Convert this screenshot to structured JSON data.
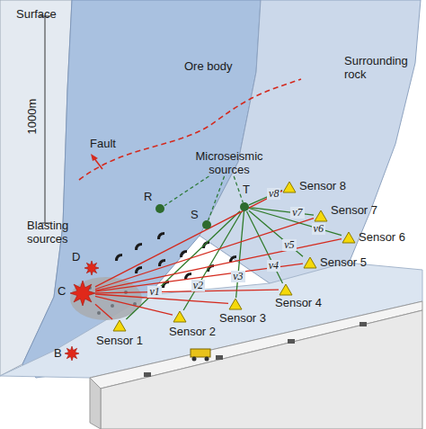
{
  "diagram": {
    "nodes": [
      {
        "text": [
          "Microseismic sources"
        ]
      },
      {
        "text": [
          "R"
        ]
      },
      {
        "text": [
          "S"
        ]
      },
      {
        "text": [
          "T"
        ]
      },
      {
        "text": [
          "D"
        ]
      },
      {
        "text": [
          "C"
        ]
      },
      {
        "text": [
          "B"
        ]
      },
      {
        "text": [
          "Sensor 1"
        ]
      },
      {
        "text": [
          "Sensor 2"
        ]
      },
      {
        "text": [
          "Sensor 3"
        ]
      },
      {
        "text": [
          "Sensor 4"
        ]
      },
      {
        "text": [
          "Sensor 5"
        ]
      },
      {
        "text": [
          "Sensor 6"
        ]
      },
      {
        "text": [
          "Sensor 7"
        ]
      },
      {
        "text": [
          "Sensor 8"
        ]
      }
    ],
    "edges": [
      {
        "from": 0,
        "to": 1,
        "arrow": "none"
      },
      {
        "from": 0,
        "to": 2,
        "arrow": "none"
      },
      {
        "from": 0,
        "to": 3,
        "arrow": "none"
      },
      {
        "from": 3,
        "to": 7,
        "label": "v1",
        "arrow": "none"
      },
      {
        "from": 3,
        "to": 8,
        "label": "v2",
        "arrow": "none"
      },
      {
        "from": 3,
        "to": 9,
        "label": "v3",
        "arrow": "none"
      },
      {
        "from": 3,
        "to": 10,
        "label": "v4",
        "arrow": "none"
      },
      {
        "from": 3,
        "to": 11,
        "label": "v5",
        "arrow": "none"
      },
      {
        "from": 3,
        "to": 12,
        "label": "v6",
        "arrow": "none"
      },
      {
        "from": 3,
        "to": 13,
        "label": "v7",
        "arrow": "none"
      },
      {
        "from": 3,
        "to": 14,
        "label": "v8",
        "arrow": "none"
      },
      {
        "from": 5,
        "to": 7,
        "arrow": "none"
      },
      {
        "from": 5,
        "to": 8,
        "arrow": "none"
      },
      {
        "from": 5,
        "to": 9,
        "arrow": "none"
      },
      {
        "from": 5,
        "to": 10,
        "arrow": "none"
      },
      {
        "from": 5,
        "to": 11,
        "arrow": "none"
      },
      {
        "from": 5,
        "to": 12,
        "arrow": "none"
      },
      {
        "from": 5,
        "to": 13,
        "arrow": "none"
      },
      {
        "from": 5,
        "to": 14,
        "arrow": "none"
      }
    ],
    "labels": [
      "Surface",
      "1000m",
      "Ore body",
      "Surrounding rock",
      "Fault",
      "Blasting sources"
    ]
  }
}
